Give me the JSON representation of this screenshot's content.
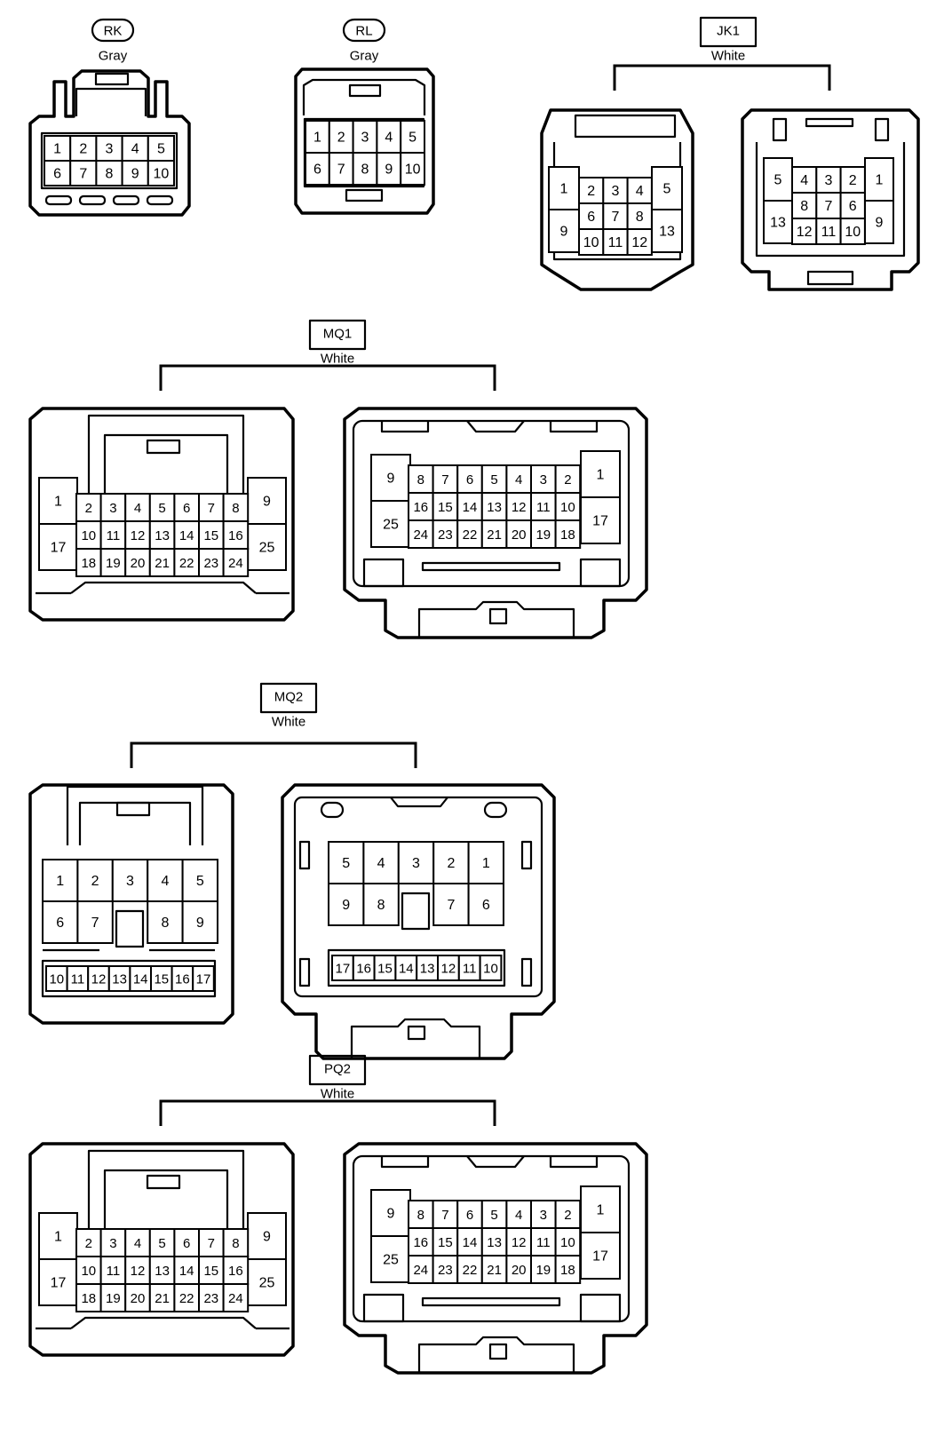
{
  "diagram_data": {
    "connectors": [
      {
        "id": "rk",
        "code": "RK",
        "label_style": "oval",
        "color": "Gray",
        "views": [
          {
            "rows": [
              [
                "1",
                "2",
                "3",
                "4",
                "5"
              ],
              [
                "6",
                "7",
                "8",
                "9",
                "10"
              ]
            ]
          }
        ]
      },
      {
        "id": "rl",
        "code": "RL",
        "label_style": "oval",
        "color": "Gray",
        "views": [
          {
            "rows": [
              [
                "1",
                "2",
                "3",
                "4",
                "5"
              ],
              [
                "6",
                "7",
                "8",
                "9",
                "10"
              ]
            ]
          }
        ]
      },
      {
        "id": "jk1",
        "code": "JK1",
        "label_style": "box",
        "color": "White",
        "views": [
          {
            "side_left": [
              "1",
              "9"
            ],
            "side_right": [
              "5",
              "13"
            ],
            "rows": [
              [
                "2",
                "3",
                "4"
              ],
              [
                "6",
                "7",
                "8"
              ],
              [
                "10",
                "11",
                "12"
              ]
            ]
          },
          {
            "side_left": [
              "5",
              "13"
            ],
            "side_right": [
              "1",
              "9"
            ],
            "rows": [
              [
                "4",
                "3",
                "2"
              ],
              [
                "8",
                "7",
                "6"
              ],
              [
                "12",
                "11",
                "10"
              ]
            ]
          }
        ]
      },
      {
        "id": "mq1",
        "code": "MQ1",
        "label_style": "box",
        "color": "White",
        "views": [
          {
            "side_left": [
              "1",
              "17"
            ],
            "side_right": [
              "9",
              "25"
            ],
            "rows": [
              [
                "2",
                "3",
                "4",
                "5",
                "6",
                "7",
                "8"
              ],
              [
                "10",
                "11",
                "12",
                "13",
                "14",
                "15",
                "16"
              ],
              [
                "18",
                "19",
                "20",
                "21",
                "22",
                "23",
                "24"
              ]
            ]
          },
          {
            "side_left": [
              "9",
              "25"
            ],
            "side_right": [
              "1",
              "17"
            ],
            "rows": [
              [
                "8",
                "7",
                "6",
                "5",
                "4",
                "3",
                "2"
              ],
              [
                "16",
                "15",
                "14",
                "13",
                "12",
                "11",
                "10"
              ],
              [
                "24",
                "23",
                "22",
                "21",
                "20",
                "19",
                "18"
              ]
            ]
          }
        ]
      },
      {
        "id": "mq2",
        "code": "MQ2",
        "label_style": "box",
        "color": "White",
        "views": [
          {
            "rows": [
              [
                "1",
                "2",
                "3",
                "4",
                "5"
              ],
              [
                "6",
                "7",
                "",
                "8",
                "9"
              ]
            ],
            "bottom": [
              "10",
              "11",
              "12",
              "13",
              "14",
              "15",
              "16",
              "17"
            ]
          },
          {
            "rows": [
              [
                "5",
                "4",
                "3",
                "2",
                "1"
              ],
              [
                "9",
                "8",
                "",
                "7",
                "6"
              ]
            ],
            "bottom": [
              "17",
              "16",
              "15",
              "14",
              "13",
              "12",
              "11",
              "10"
            ]
          }
        ]
      },
      {
        "id": "pq2",
        "code": "PQ2",
        "label_style": "box",
        "color": "White",
        "views": [
          {
            "side_left": [
              "1",
              "17"
            ],
            "side_right": [
              "9",
              "25"
            ],
            "rows": [
              [
                "2",
                "3",
                "4",
                "5",
                "6",
                "7",
                "8"
              ],
              [
                "10",
                "11",
                "12",
                "13",
                "14",
                "15",
                "16"
              ],
              [
                "18",
                "19",
                "20",
                "21",
                "22",
                "23",
                "24"
              ]
            ]
          },
          {
            "side_left": [
              "9",
              "25"
            ],
            "side_right": [
              "1",
              "17"
            ],
            "rows": [
              [
                "8",
                "7",
                "6",
                "5",
                "4",
                "3",
                "2"
              ],
              [
                "16",
                "15",
                "14",
                "13",
                "12",
                "11",
                "10"
              ],
              [
                "24",
                "23",
                "22",
                "21",
                "20",
                "19",
                "18"
              ]
            ]
          }
        ]
      }
    ]
  }
}
